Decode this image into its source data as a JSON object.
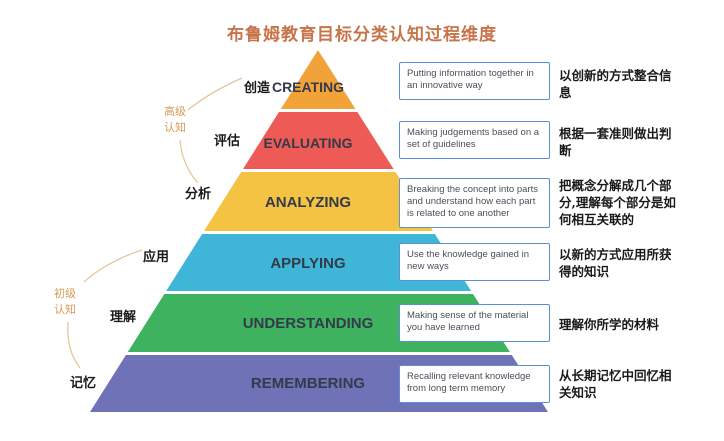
{
  "title": "布鲁姆教育目标分类认知过程维度",
  "colors": {
    "title": "#c8744a",
    "group_label": "#d69a55",
    "connector": "#e3c79a",
    "box_border": "#5b8fd6",
    "levels": [
      "#f1a33a",
      "#ee5a55",
      "#f4c344",
      "#3fb6d8",
      "#3fb25f",
      "#6f72b7"
    ]
  },
  "groups": [
    {
      "label": "高级\n认知"
    },
    {
      "label": "初级\n认知"
    }
  ],
  "levels": [
    {
      "name": "CREATING",
      "cn": "创造",
      "desc": "Putting information together in an innovative way",
      "cn_desc": "以创新的方式整合信息"
    },
    {
      "name": "EVALUATING",
      "cn": "评估",
      "desc": "Making judgements based on a set of guidelines",
      "cn_desc": "根据一套准则做出判断"
    },
    {
      "name": "ANALYZING",
      "cn": "分析",
      "desc": "Breaking the concept into parts and understand how each part is related to one another",
      "cn_desc": "把概念分解成几个部分,理解每个部分是如何相互关联的"
    },
    {
      "name": "APPLYING",
      "cn": "应用",
      "desc": "Use the knowledge gained in new ways",
      "cn_desc": "以新的方式应用所获得的知识"
    },
    {
      "name": "UNDERSTANDING",
      "cn": "理解",
      "desc": "Making sense of the material you have learned",
      "cn_desc": "理解你所学的材料"
    },
    {
      "name": "REMEMBERING",
      "cn": "记忆",
      "desc": "Recalling relevant knowledge from long term memory",
      "cn_desc": "从长期记忆中回忆相关知识"
    }
  ]
}
